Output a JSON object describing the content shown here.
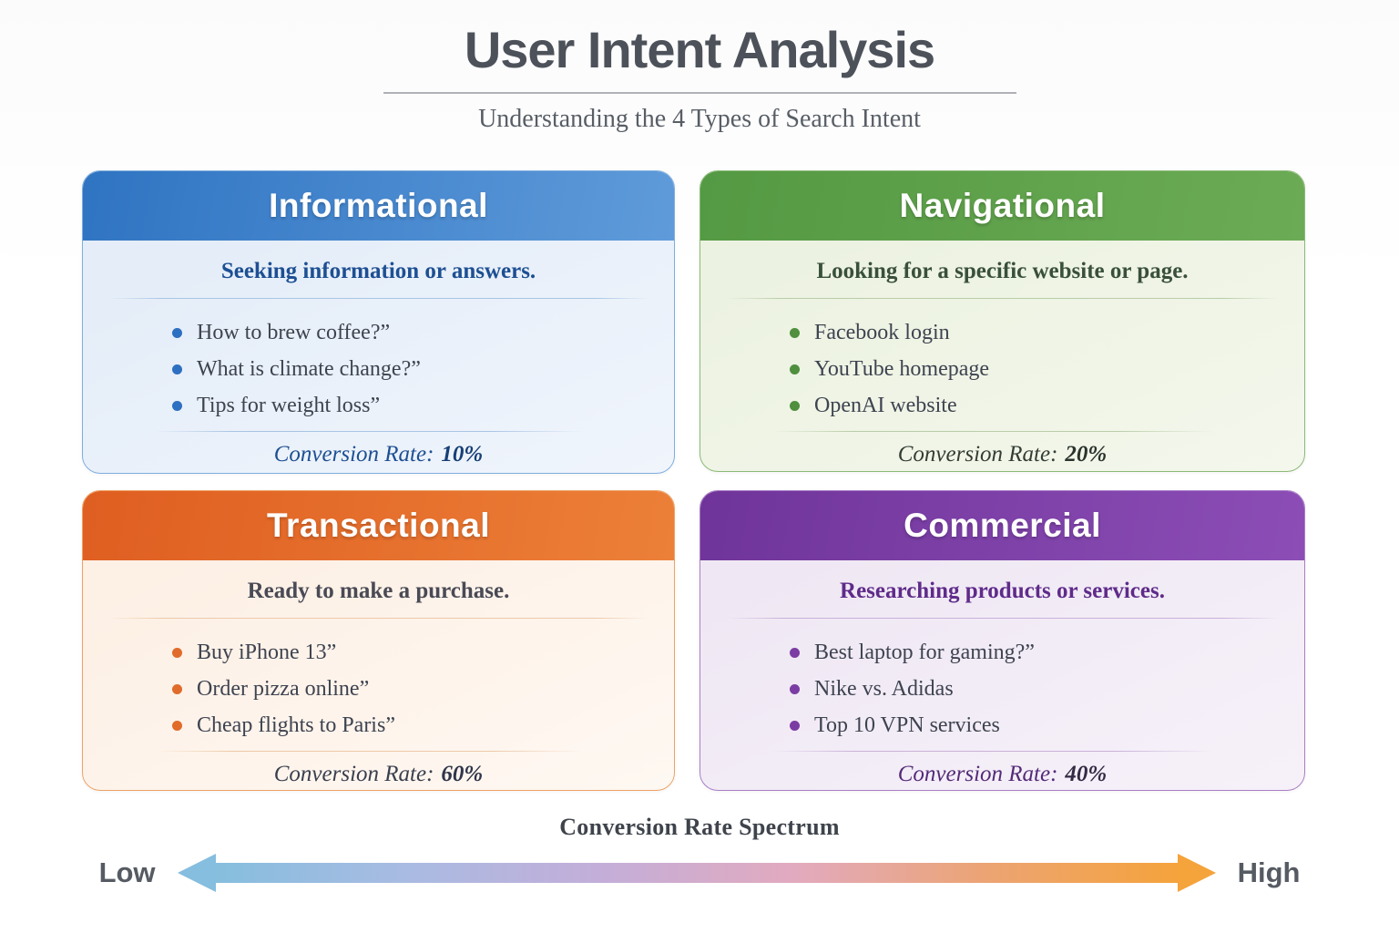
{
  "page": {
    "title": "User Intent Analysis",
    "subtitle": "Understanding the 4 Types of Search Intent"
  },
  "cards": [
    {
      "id": "informational",
      "title": "Informational",
      "description": "Seeking information or answers.",
      "items": [
        "How to brew coffee?”",
        "What is climate change?”",
        "Tips for weight loss”"
      ],
      "conversion_label": "Conversion Rate:",
      "conversion_value": "10%",
      "colors": {
        "header_a": "#2f74c2",
        "header_b": "#5f9bda",
        "body_a": "#e4edf8",
        "body_b": "#f0f5fc",
        "border": "#7fadde",
        "desc": "#1d4f93",
        "bullet": "#2d6fc0",
        "divider": "#a9c4e4",
        "conv_label": "#1d4f93",
        "conv_value": "#163f76"
      }
    },
    {
      "id": "navigational",
      "title": "Navigational",
      "description": "Looking for a specific website or page.",
      "items": [
        "Facebook login",
        "YouTube homepage",
        "OpenAI website"
      ],
      "conversion_label": "Conversion Rate:",
      "conversion_value": "20%",
      "colors": {
        "header_a": "#549943",
        "header_b": "#6cab55",
        "body_a": "#ecf2e1",
        "body_b": "#f4f7ec",
        "border": "#8cba77",
        "desc": "#39503a",
        "bullet": "#4f8f3e",
        "divider": "#b9cda8",
        "conv_label": "#343d34",
        "conv_value": "#2a332c"
      }
    },
    {
      "id": "transactional",
      "title": "Transactional",
      "description": "Ready to make a purchase.",
      "items": [
        "Buy iPhone 13”",
        "Order pizza online”",
        "Cheap flights to Paris”"
      ],
      "conversion_label": "Conversion Rate:",
      "conversion_value": "60%",
      "colors": {
        "header_a": "#df5e21",
        "header_b": "#ec8038",
        "body_a": "#fdf0e5",
        "body_b": "#fef8f2",
        "border": "#eda266",
        "desc": "#494a55",
        "bullet": "#e06b2b",
        "divider": "#ecc9a8",
        "conv_label": "#3a3f4e",
        "conv_value": "#30354a"
      }
    },
    {
      "id": "commercial",
      "title": "Commercial",
      "description": "Researching products or services.",
      "items": [
        "Best laptop for gaming?”",
        "Nike vs. Adidas",
        "Top 10 VPN services"
      ],
      "conversion_label": "Conversion Rate:",
      "conversion_value": "40%",
      "colors": {
        "header_a": "#6f349a",
        "header_b": "#8c4eb6",
        "body_a": "#efe8f4",
        "body_b": "#f6f1f9",
        "border": "#a97fc6",
        "desc": "#5f2b8a",
        "bullet": "#7b3da3",
        "divider": "#c9b2da",
        "conv_label": "#532a78",
        "conv_value": "#332b45"
      }
    }
  ],
  "spectrum": {
    "title": "Conversion Rate Spectrum",
    "low_label": "Low",
    "high_label": "High",
    "gradient_stops": [
      "#85bede",
      "#a9bbe2",
      "#c3aed9",
      "#e2aabf",
      "#eca473",
      "#f5a33b"
    ]
  }
}
